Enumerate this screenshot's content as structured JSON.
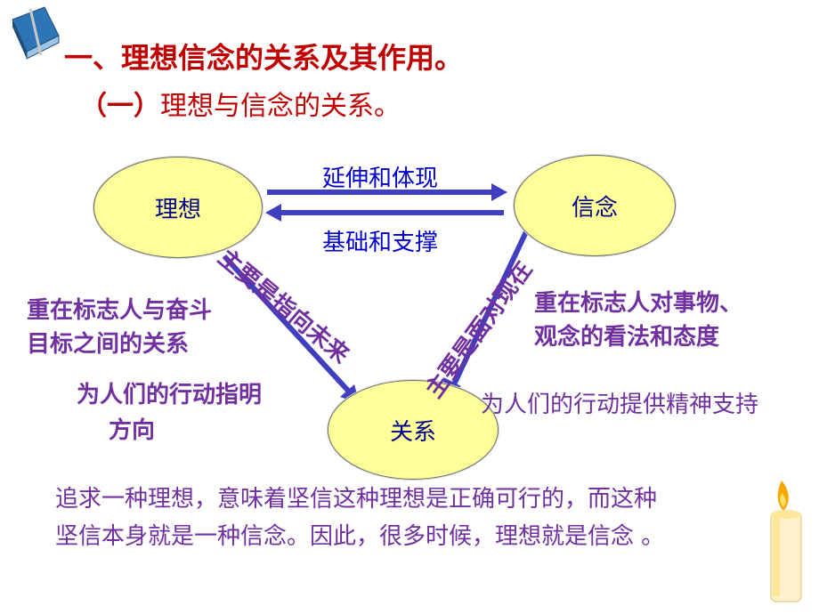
{
  "heading": "一、理想信念的关系及其作用。",
  "subheading": {
    "paren": "（一）",
    "text": "理想与信念的关系。"
  },
  "nodes": {
    "ideal": "理想",
    "belief": "信念",
    "relation": "关系"
  },
  "arrows": {
    "top_label": "延伸和体现",
    "bottom_label": "基础和支撑"
  },
  "diagonals": {
    "left": "主要是指向未来",
    "right": "主要是面对现在"
  },
  "left_desc": {
    "line1": "重在标志人与奋斗",
    "line2": "目标之间的关系"
  },
  "left_guide": {
    "line1": "为人们的行动指明",
    "line2": "方向"
  },
  "right_desc": {
    "line1": "重在标志人对事物、",
    "line2": "观念的看法和态度"
  },
  "right_support": "为人们的行动提供精神支持",
  "conclusion": {
    "line1": "追求一种理想，意味着坚信这种理想是正确可行的，而这种",
    "line2": "坚信本身就是一种信念。因此，很多时候，理想就是信念 。"
  },
  "colors": {
    "title": "#c00000",
    "node_fill": "#ffff99",
    "node_text": "#00008b",
    "arrow": "#3f3fbf",
    "purple": "#7030a0",
    "blue": "#0000cc"
  },
  "icons": {
    "book": "book-icon",
    "candle": "candle-icon"
  }
}
